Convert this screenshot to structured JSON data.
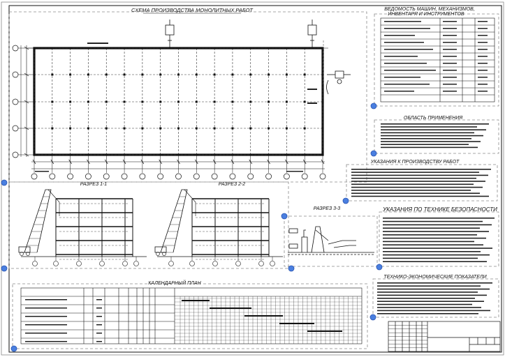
{
  "titles": {
    "main_scheme": "СХЕМА ПРОИЗВОДСТВА МОНОЛИТНЫХ РАБОТ",
    "machines_line1": "ВЕДОМОСТЬ МАШИН, МЕХАНИЗМОВ,",
    "machines_line2": "ИНВЕНТАРЯ И ИНСТРУМЕНТОВ",
    "application": "ОБЛАСТЬ ПРИМЕНЕНИЯ",
    "work_instructions": "УКАЗАНИЯ К ПРОИЗВОДСТВУ РАБОТ",
    "safety": "УКАЗАНИЯ ПО ТЕХНИКЕ БЕЗОПАСНОСТИ",
    "tech_econ": "ТЕХНИКО-ЭКОНОМИЧЕСКИЕ ПОКАЗАТЕЛИ",
    "section_1": "РАЗРЕЗ 1-1",
    "section_2": "РАЗРЕЗ 2-2",
    "section_3": "РАЗРЕЗ 3-3",
    "calendar": "КАЛЕНДАРНЫЙ ПЛАН"
  },
  "colors": {
    "line": "#111111",
    "dash": "#555555",
    "frame_dash": "#8a8a8a",
    "grip": "#4a7fe0",
    "grip_edge": "#2a55b0"
  }
}
